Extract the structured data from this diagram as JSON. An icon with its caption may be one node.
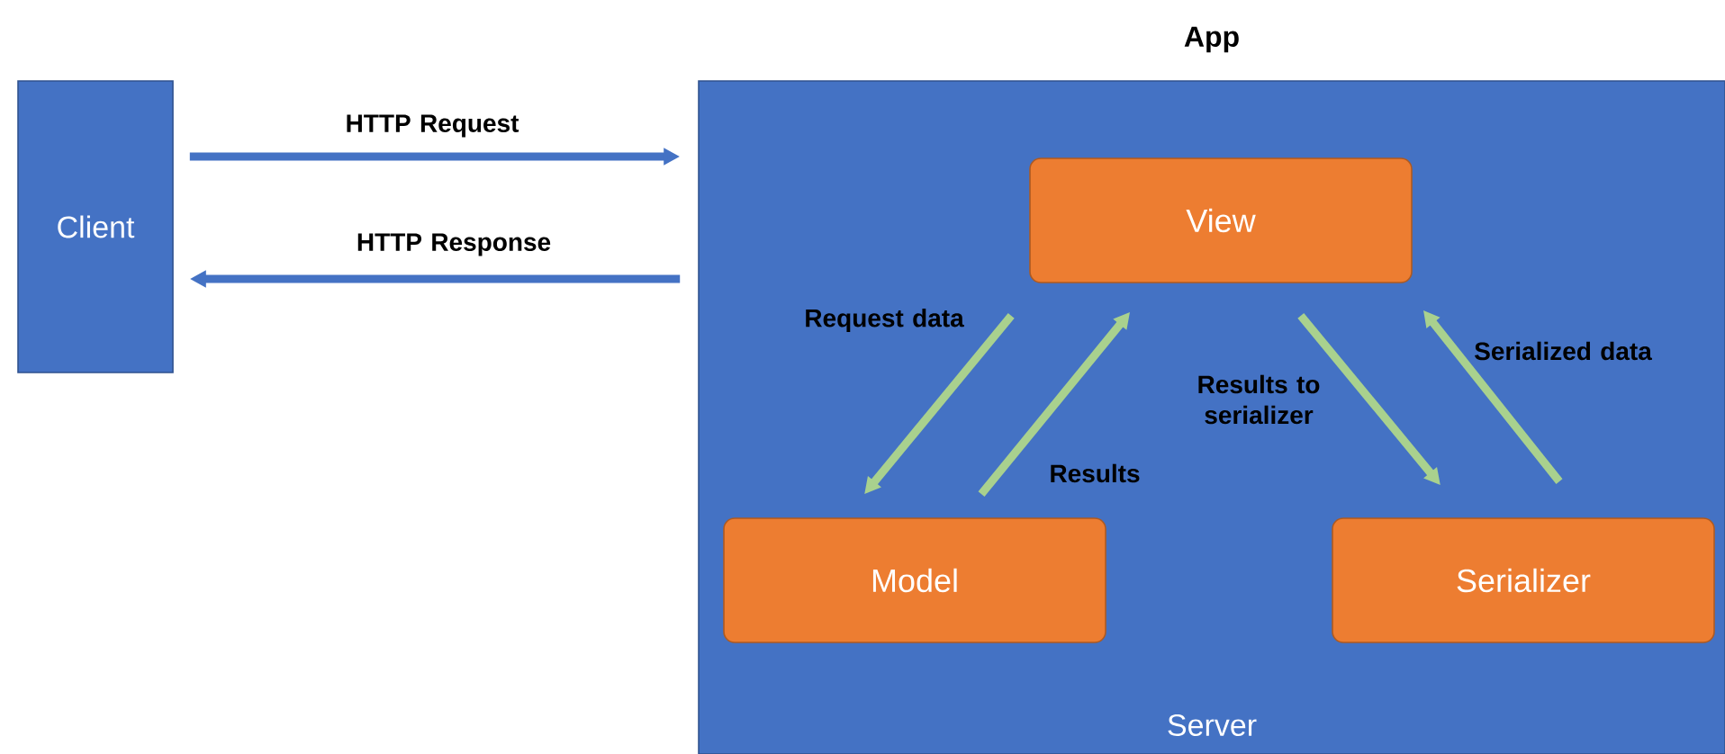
{
  "diagram": {
    "nodes": [
      {
        "text": [
          "Client"
        ]
      },
      {
        "text": [
          "App",
          "Server"
        ]
      },
      {
        "text": [
          "View"
        ],
        "in": 1
      },
      {
        "text": [
          "Model"
        ],
        "in": 1
      },
      {
        "text": [
          "Serializer"
        ],
        "in": 1
      }
    ],
    "edges": [
      {
        "from": 0,
        "to": 1,
        "arrow": "to",
        "label": "HTTP Request",
        "color": "#4472c4"
      },
      {
        "from": 1,
        "to": 0,
        "arrow": "to",
        "label": "HTTP Response",
        "color": "#4472c4"
      },
      {
        "from": 2,
        "to": 3,
        "arrow": "to",
        "label": "Request data"
      },
      {
        "from": 3,
        "to": 2,
        "arrow": "to",
        "label": "Results"
      },
      {
        "from": 2,
        "to": 4,
        "arrow": "to",
        "label": "Results to serializer"
      },
      {
        "from": 4,
        "to": 2,
        "arrow": "to",
        "label": "Serialized data"
      }
    ]
  }
}
